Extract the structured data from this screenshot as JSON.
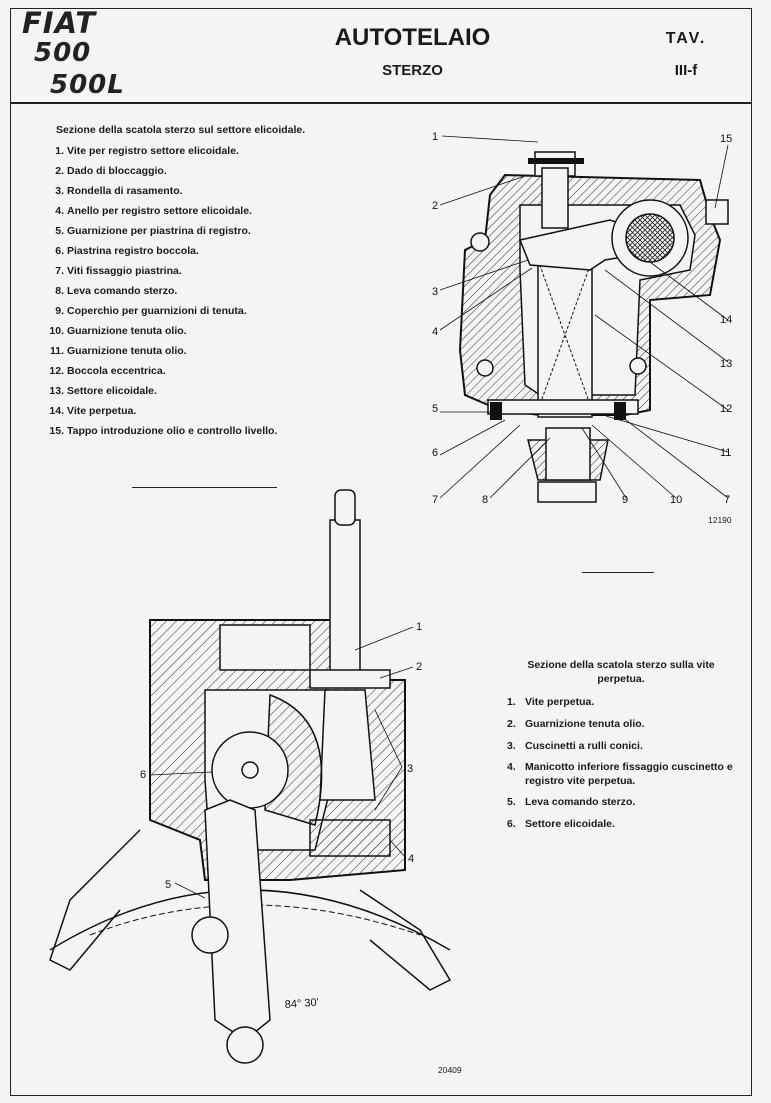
{
  "header": {
    "brand_line1": "FIAT",
    "brand_line2": "500",
    "brand_line3": "500L",
    "title": "AUTOTELAIO",
    "subtitle": "STERZO",
    "tav_label": "TAV.",
    "tav_number": "III-f"
  },
  "legend_top": {
    "caption": "Sezione della scatola sterzo sul settore elicoidale.",
    "items": [
      {
        "num": "1.",
        "text": "Vite per registro settore elicoidale."
      },
      {
        "num": "2.",
        "text": "Dado di bloccaggio."
      },
      {
        "num": "3.",
        "text": "Rondella di rasamento."
      },
      {
        "num": "4.",
        "text": "Anello per registro settore elicoidale."
      },
      {
        "num": "5.",
        "text": "Guarnizione per piastrina di registro."
      },
      {
        "num": "6.",
        "text": "Piastrina registro boccola."
      },
      {
        "num": "7.",
        "text": "Viti fissaggio piastrina."
      },
      {
        "num": "8.",
        "text": "Leva comando sterzo."
      },
      {
        "num": "9.",
        "text": "Coperchio per guarnizioni di tenuta."
      },
      {
        "num": "10.",
        "text": "Guarnizione tenuta olio."
      },
      {
        "num": "11.",
        "text": "Guarnizione tenuta olio."
      },
      {
        "num": "12.",
        "text": "Boccola eccentrica."
      },
      {
        "num": "13.",
        "text": "Settore elicoidale."
      },
      {
        "num": "14.",
        "text": "Vite perpetua."
      },
      {
        "num": "15.",
        "text": "Tappo introduzione olio e controllo livello."
      }
    ]
  },
  "legend_bottom": {
    "caption": "Sezione della scatola sterzo sulla vite perpetua.",
    "items": [
      {
        "num": "1.",
        "text": "Vite perpetua."
      },
      {
        "num": "2.",
        "text": "Guarnizione tenuta olio."
      },
      {
        "num": "3.",
        "text": "Cuscinetti a rulli conici."
      },
      {
        "num": "4.",
        "text": "Manicotto inferiore fissaggio cuscinetto e registro vite perpetua."
      },
      {
        "num": "5.",
        "text": "Leva comando sterzo."
      },
      {
        "num": "6.",
        "text": "Settore elicoidale."
      }
    ]
  },
  "figure_top": {
    "code": "12190",
    "callouts": [
      "1",
      "2",
      "3",
      "4",
      "5",
      "6",
      "7",
      "8",
      "9",
      "10",
      "7",
      "11",
      "12",
      "13",
      "14",
      "15"
    ]
  },
  "figure_bottom": {
    "code": "20409",
    "angle": "84° 30'",
    "callouts": [
      "1",
      "2",
      "3",
      "4",
      "5",
      "6"
    ]
  }
}
